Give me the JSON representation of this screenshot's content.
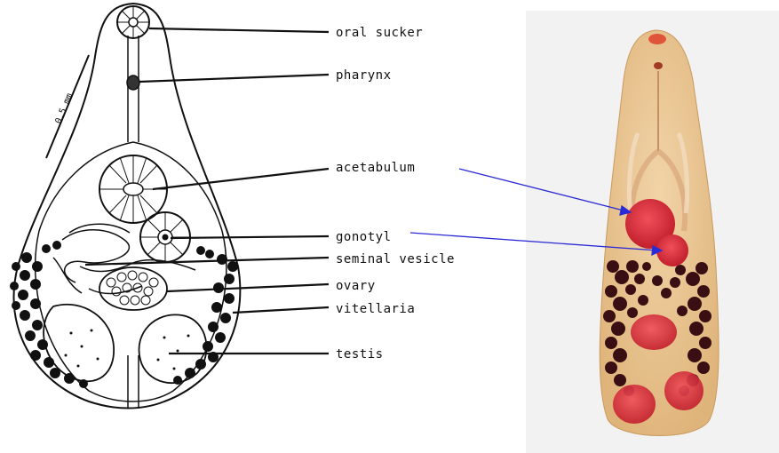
{
  "scale_bar": {
    "text": "0.5 mm"
  },
  "labels": {
    "oral_sucker": "oral sucker",
    "pharynx": "pharynx",
    "acetabulum": "acetabulum",
    "gonotyl": "gonotyl",
    "seminal_vesicle": "seminal vesicle",
    "ovary": "ovary",
    "vitellaria": "vitellaria",
    "testis": "testis"
  },
  "colors": {
    "outline": "#111111",
    "pointer_arrow": "#2b2bd6",
    "specimen_body": "#e8c79a",
    "specimen_background": "#f2f2f2",
    "stained_organs": "#d8323c",
    "vitellaria_granules": "#3a0f14"
  }
}
